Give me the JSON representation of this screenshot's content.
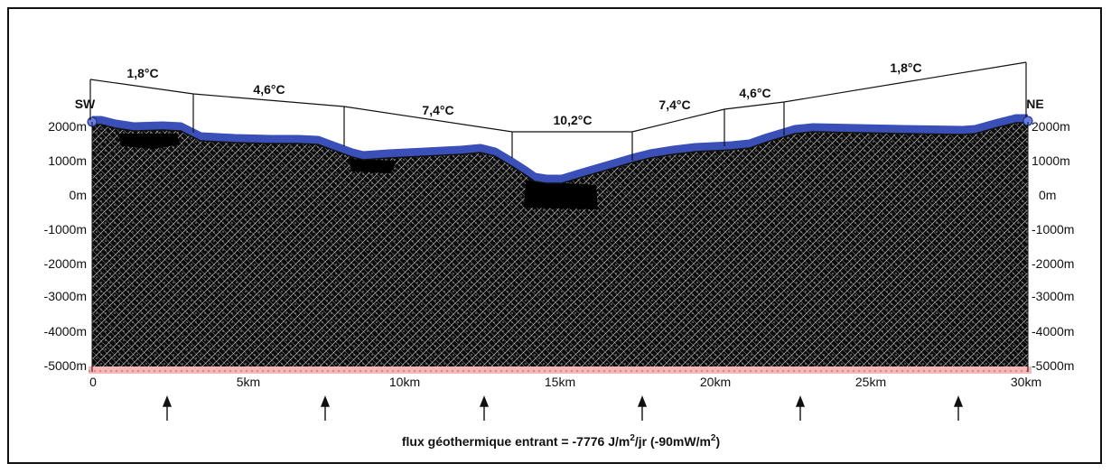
{
  "direction_left": "SW",
  "direction_right": "NE",
  "temperatures": [
    "1,8°C",
    "4,6°C",
    "7,4°C",
    "10,2°C",
    "7,4°C",
    "4,6°C",
    "1,8°C"
  ],
  "depth_labels": [
    "2000m",
    "1000m",
    "0m",
    "-1000m",
    "-2000m",
    "-3000m",
    "-4000m",
    "-5000m"
  ],
  "distance_labels": [
    "0",
    "5km",
    "10km",
    "15km",
    "20km",
    "25km",
    "30km"
  ],
  "flux": {
    "prefix": "flux géothermique entrant = -7776 J/m",
    "sup1": "2",
    "mid": "/jr (-90mW/m",
    "sup2": "2",
    "suffix": ")"
  },
  "colors": {
    "frame": "#111111",
    "rock": "#0b0b0b",
    "surface_layer": "#3a4fb8",
    "bottom_boundary": "#f0a0a0"
  }
}
